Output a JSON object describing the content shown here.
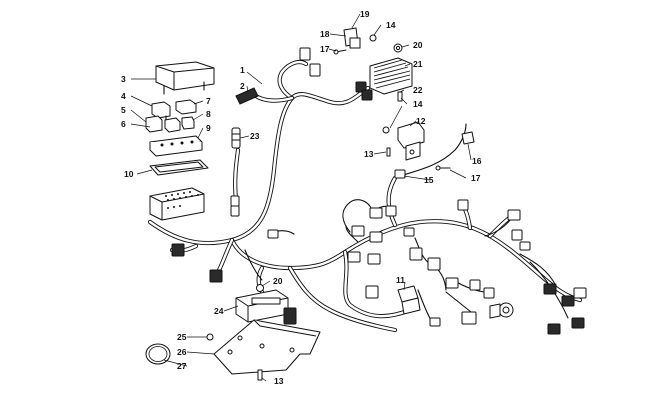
{
  "diagram": {
    "callouts": [
      {
        "id": "c1",
        "label": "1"
      },
      {
        "id": "c2",
        "label": "2"
      },
      {
        "id": "c3",
        "label": "3"
      },
      {
        "id": "c4",
        "label": "4"
      },
      {
        "id": "c5",
        "label": "5"
      },
      {
        "id": "c6",
        "label": "6"
      },
      {
        "id": "c7",
        "label": "7"
      },
      {
        "id": "c8",
        "label": "8"
      },
      {
        "id": "c9",
        "label": "9"
      },
      {
        "id": "c10",
        "label": "10"
      },
      {
        "id": "c11",
        "label": "11"
      },
      {
        "id": "c12",
        "label": "12"
      },
      {
        "id": "c13a",
        "label": "13"
      },
      {
        "id": "c13b",
        "label": "13"
      },
      {
        "id": "c14a",
        "label": "14"
      },
      {
        "id": "c14b",
        "label": "14"
      },
      {
        "id": "c15",
        "label": "15"
      },
      {
        "id": "c16",
        "label": "16"
      },
      {
        "id": "c17a",
        "label": "17"
      },
      {
        "id": "c17b",
        "label": "17"
      },
      {
        "id": "c18",
        "label": "18"
      },
      {
        "id": "c19",
        "label": "19"
      },
      {
        "id": "c20a",
        "label": "20"
      },
      {
        "id": "c20b",
        "label": "20"
      },
      {
        "id": "c21",
        "label": "21"
      },
      {
        "id": "c22",
        "label": "22"
      },
      {
        "id": "c23",
        "label": "23"
      },
      {
        "id": "c24",
        "label": "24"
      },
      {
        "id": "c25",
        "label": "25"
      },
      {
        "id": "c26",
        "label": "26"
      },
      {
        "id": "c27",
        "label": "27"
      }
    ]
  }
}
